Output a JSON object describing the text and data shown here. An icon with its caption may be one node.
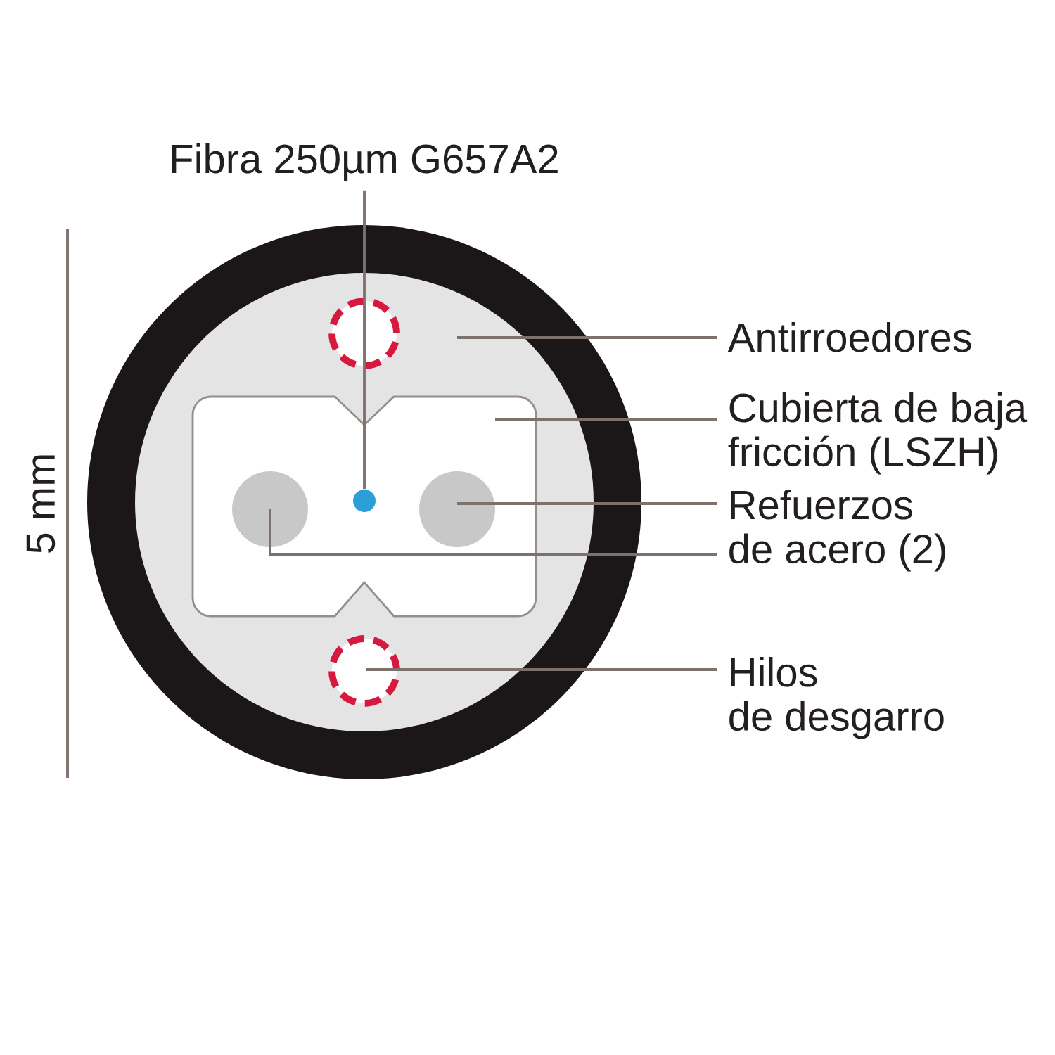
{
  "diagram": {
    "nodes": [
      {
        "text": [
          "Fibra 250µm G657A2"
        ]
      },
      {
        "text": [],
        "shape": "circle"
      },
      {
        "text": [],
        "shape": "circle",
        "in": 1
      },
      {
        "text": [],
        "shape": "box",
        "in": 1
      },
      {
        "text": [],
        "shape": "circle",
        "in": 3
      },
      {
        "text": [],
        "shape": "circle",
        "in": 3
      },
      {
        "text": [],
        "shape": "circle",
        "in": 3
      },
      {
        "text": [],
        "shape": "circle",
        "in": 1
      },
      {
        "text": [
          "Antirroedores"
        ]
      },
      {
        "text": [
          "Cubierta de baja fricción (LSZH)"
        ]
      },
      {
        "text": [
          "Refuerzos de acero (2)"
        ]
      },
      {
        "text": [
          "Hilos de desgarro"
        ]
      }
    ],
    "edges": [
      {
        "from": 0,
        "to": 5,
        "arrow": "none"
      },
      {
        "from": 8,
        "to": 1,
        "arrow": "none"
      },
      {
        "from": 9,
        "to": 3,
        "arrow": "none"
      },
      {
        "from": 10,
        "to": 6,
        "arrow": "none"
      },
      {
        "from": 10,
        "to": 4,
        "arrow": "none"
      },
      {
        "from": 11,
        "to": 7,
        "arrow": "none"
      }
    ],
    "labels": [
      "5 mm"
    ]
  }
}
